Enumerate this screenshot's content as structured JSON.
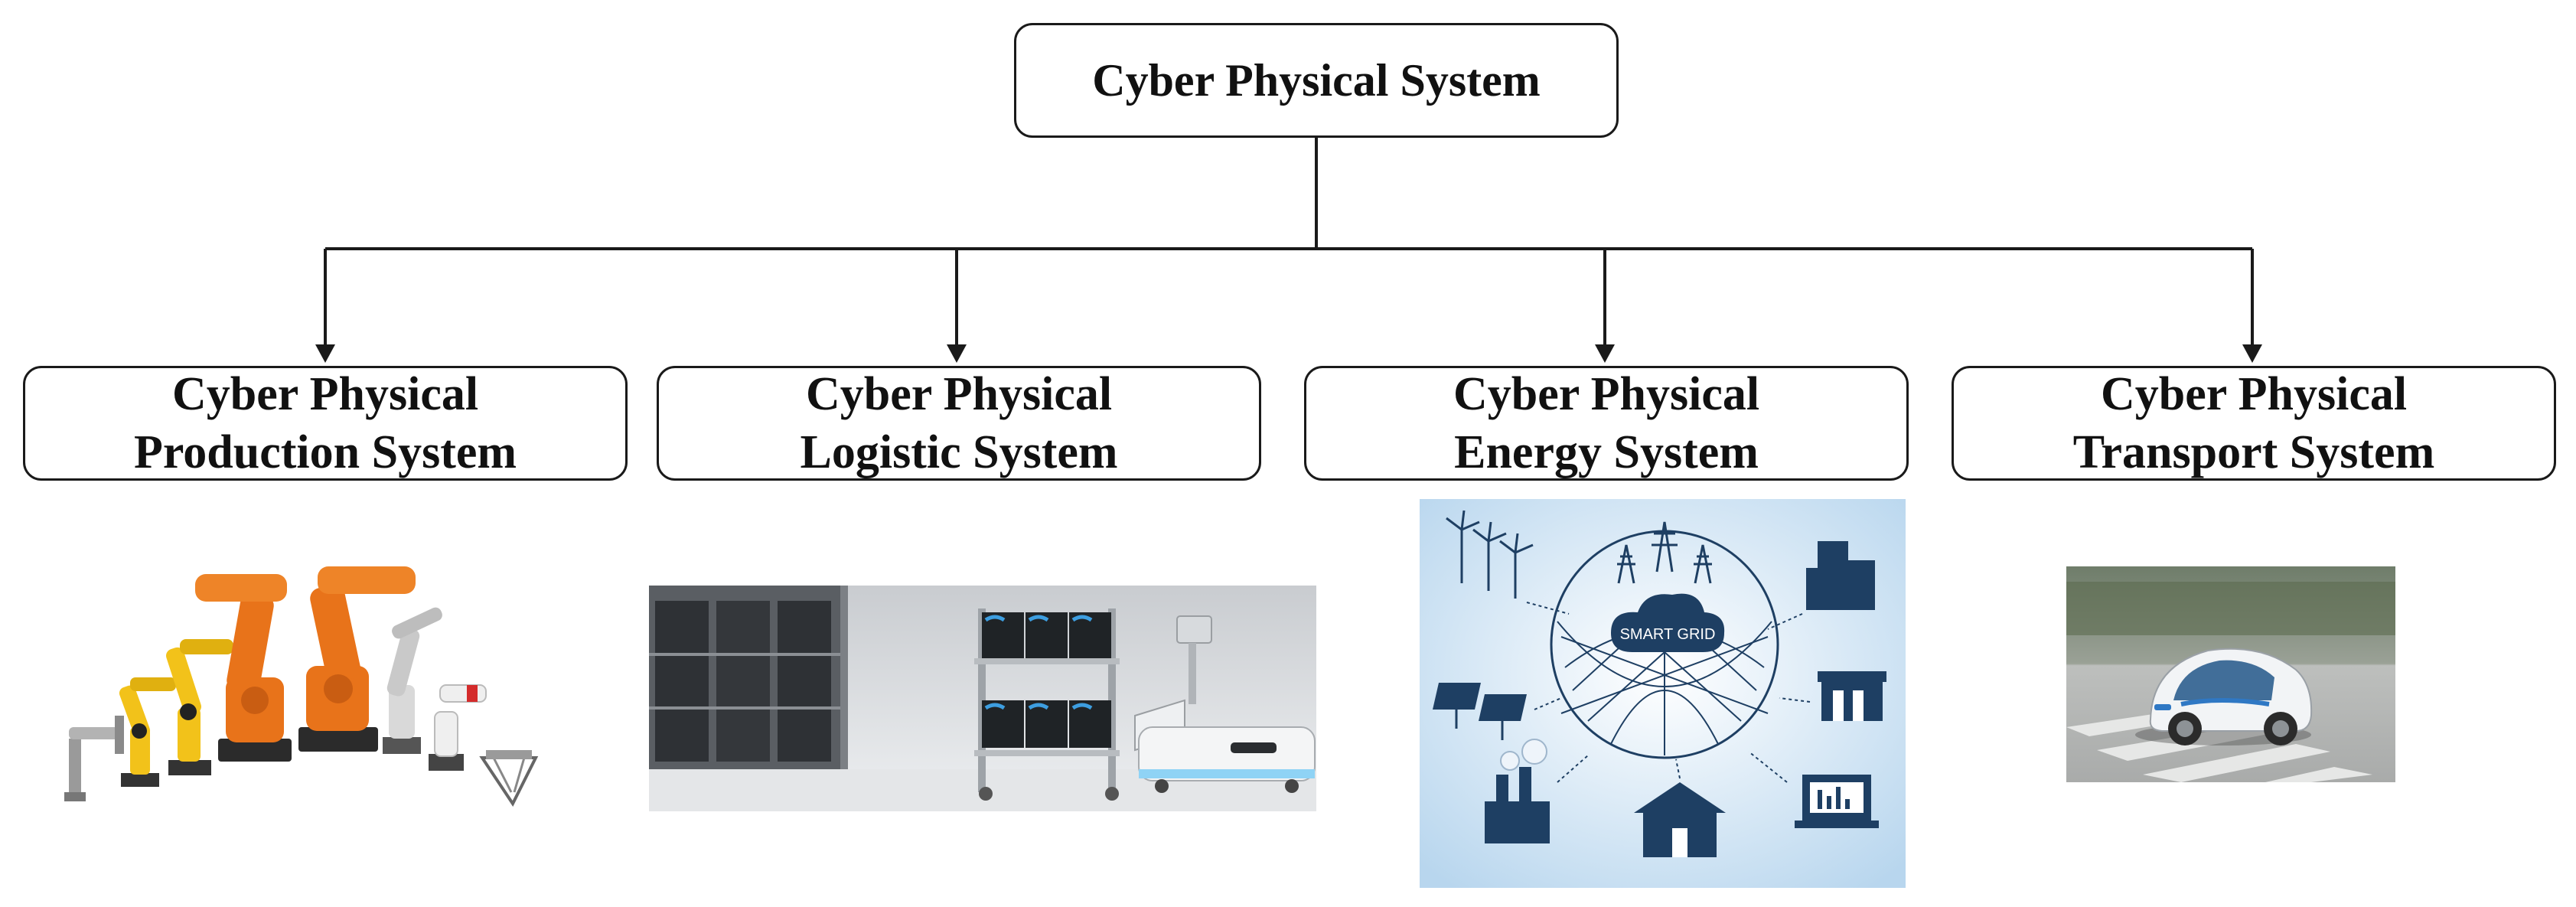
{
  "root": {
    "label": "Cyber Physical System"
  },
  "children": [
    {
      "line1": "Cyber Physical",
      "line2": "Production System",
      "image": "industrial-robot-arms"
    },
    {
      "line1": "Cyber Physical",
      "line2": "Logistic System",
      "image": "warehouse-mobile-robot"
    },
    {
      "line1": "Cyber Physical",
      "line2": "Energy System",
      "image": "smart-grid-infographic",
      "image_text": "SMART GRID"
    },
    {
      "line1": "Cyber Physical",
      "line2": "Transport System",
      "image": "autonomous-car"
    }
  ],
  "colors": {
    "line": "#1a1a1a",
    "robot_orange": "#e8731a",
    "robot_yellow": "#f2c21a",
    "grid_navy": "#1e3f63",
    "grid_background": "#d6e8f6",
    "car_blue": "#2f78c4"
  }
}
